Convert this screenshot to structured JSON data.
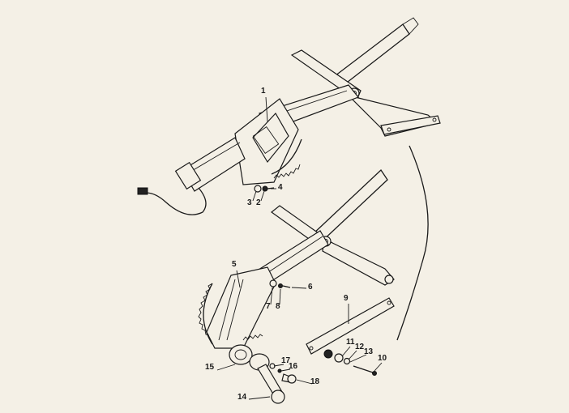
{
  "diagram": {
    "type": "exploded-parts-view",
    "callouts": [
      "1",
      "2",
      "3",
      "4",
      "5",
      "6",
      "7",
      "8",
      "9",
      "10",
      "11",
      "12",
      "13",
      "14",
      "15",
      "16",
      "17",
      "18"
    ]
  }
}
